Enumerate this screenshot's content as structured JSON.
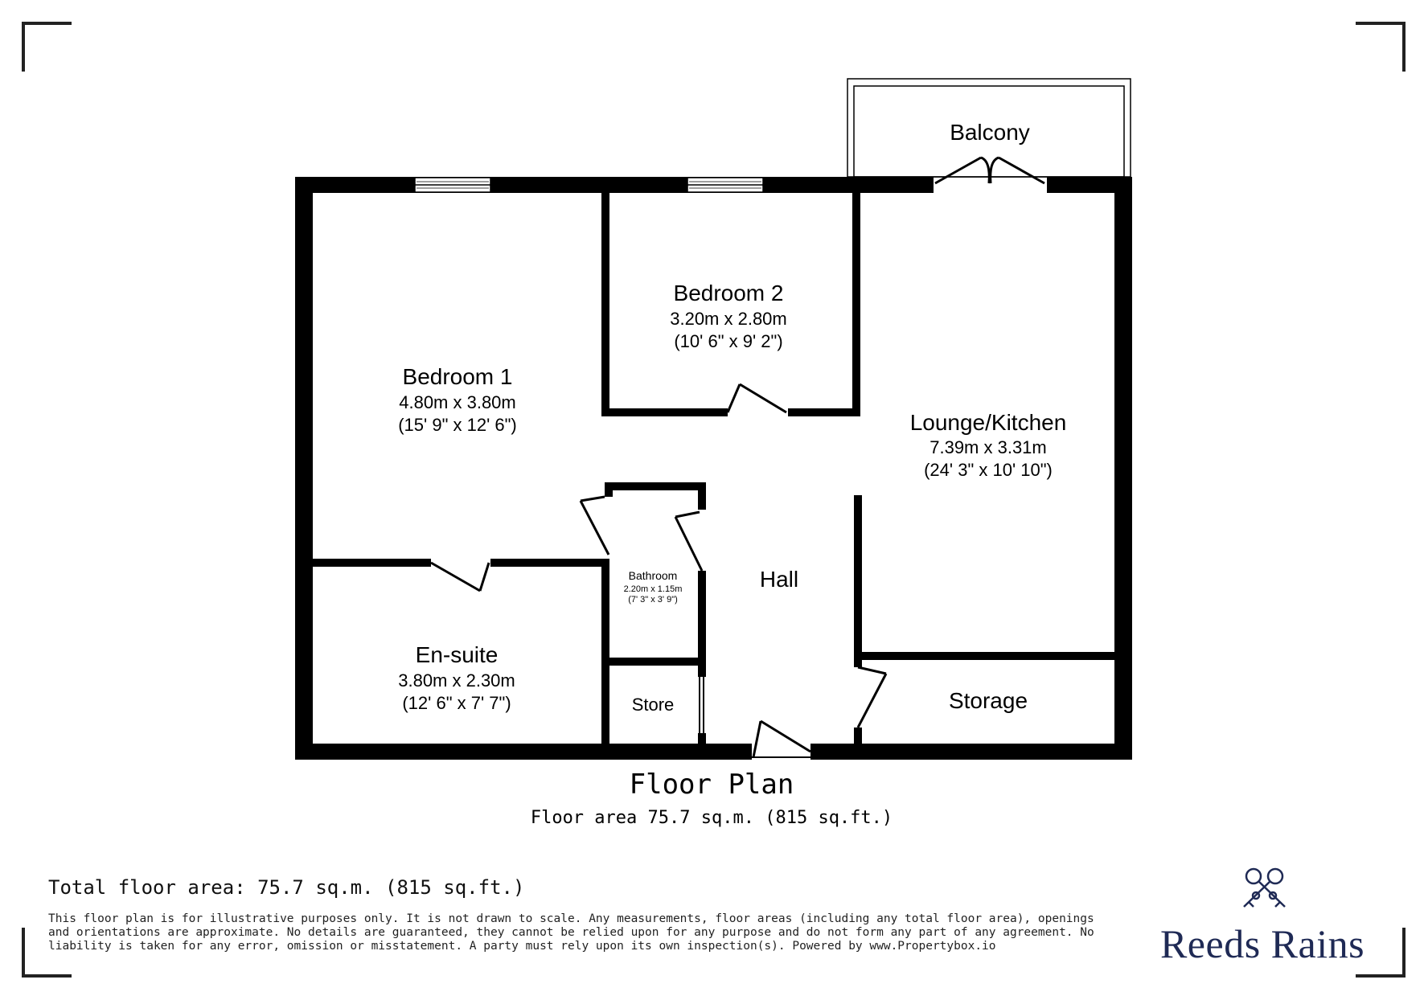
{
  "rooms": {
    "balcony": {
      "name": "Balcony"
    },
    "bedroom2": {
      "name": "Bedroom 2",
      "metric": "3.20m x 2.80m",
      "imperial": "(10' 6\" x 9' 2\")"
    },
    "bedroom1": {
      "name": "Bedroom 1",
      "metric": "4.80m x 3.80m",
      "imperial": "(15' 9\" x 12' 6\")"
    },
    "lounge": {
      "name": "Lounge/Kitchen",
      "metric": "7.39m x 3.31m",
      "imperial": "(24' 3\" x 10' 10\")"
    },
    "bathroom": {
      "name": "Bathroom",
      "metric": "2.20m x 1.15m",
      "imperial": "(7' 3\" x 3' 9\")"
    },
    "hall": {
      "name": "Hall"
    },
    "ensuite": {
      "name": "En-suite",
      "metric": "3.80m x 2.30m",
      "imperial": "(12' 6\" x 7' 7\")"
    },
    "store": {
      "name": "Store"
    },
    "storage": {
      "name": "Storage"
    }
  },
  "plan": {
    "title": "Floor Plan",
    "area": "Floor area 75.7 sq.m. (815 sq.ft.)"
  },
  "footer": {
    "total": "Total floor area: 75.7 sq.m. (815 sq.ft.)",
    "disclaimer": "This floor plan is for illustrative purposes only. It is not drawn to scale. Any measurements, floor areas (including any total floor area), openings and orientations are approximate. No details are guaranteed, they cannot be relied upon for any purpose and do not form any part of any agreement. No liability is taken for any error, omission or misstatement. A party must rely upon its own inspection(s). Powered by www.Propertybox.io"
  },
  "brand": {
    "name": "Reeds Rains",
    "logo_icon": "crossed-keys-icon",
    "color": "#1f2a55"
  }
}
